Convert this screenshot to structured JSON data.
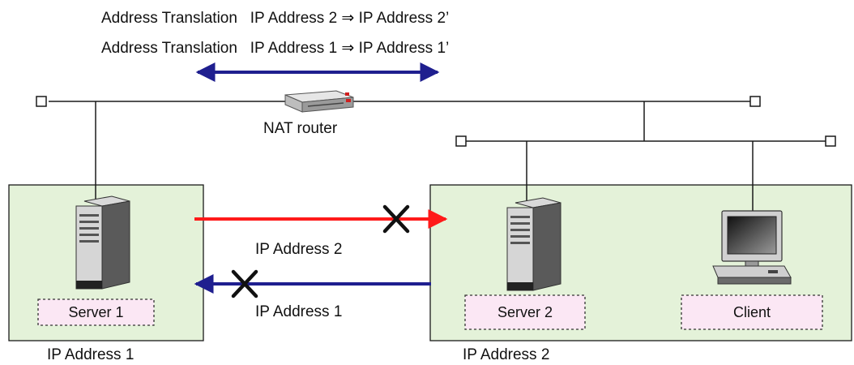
{
  "header": {
    "translation_line_1": "Address Translation   IP Address 2 ⇒ IP Address 2’",
    "translation_line_2": "Address Translation   IP Address 1 ⇒ IP Address 1’"
  },
  "router": {
    "label": "NAT router",
    "icon": "router-icon"
  },
  "left_network": {
    "server_label": "Server 1",
    "server_icon": "server-tower-icon",
    "address_label": "IP Address 1"
  },
  "right_network": {
    "server_label": "Server 2",
    "server_icon": "server-tower-icon",
    "client_label": "Client",
    "client_icon": "desktop-computer-icon",
    "address_label": "IP Address 2"
  },
  "flows": {
    "to_server2_label": "IP Address 2",
    "to_server1_label": "IP Address 1"
  },
  "colors": {
    "network_box_fill": "#e4f2d9",
    "label_box_fill": "#fbe7f4",
    "red_arrow": "#ff1a1a",
    "blue_arrow": "#1f1f8f",
    "line": "#1a1a1a"
  }
}
